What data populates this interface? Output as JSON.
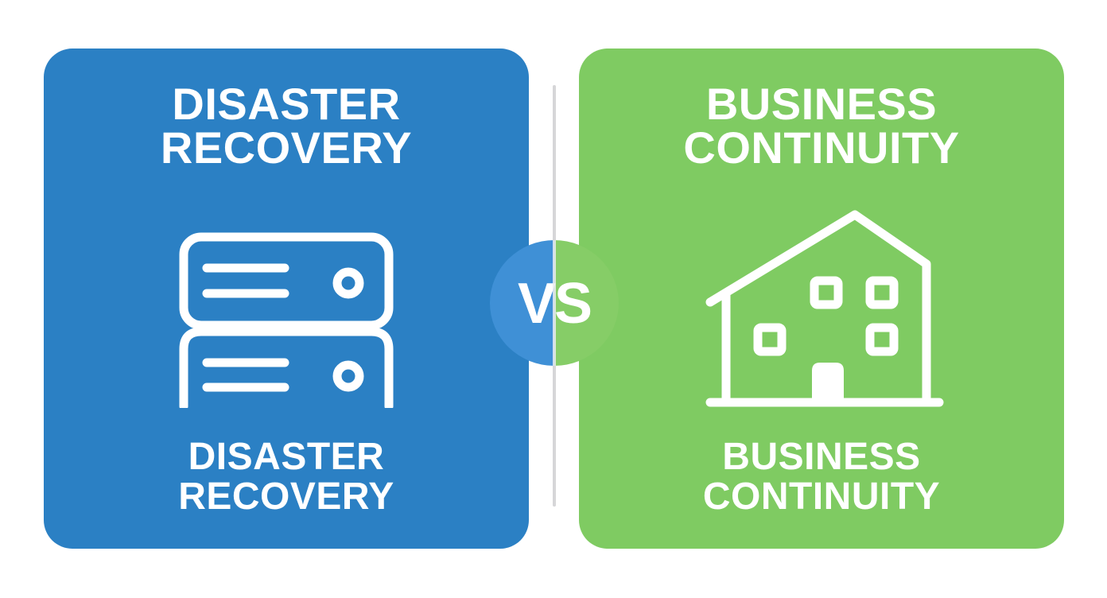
{
  "left_card": {
    "title_line1": "DISASTER",
    "title_line2": "RECOVERY",
    "label_line1": "DISASTER",
    "label_line2": "RECOVERY",
    "icon": "server-stack-icon",
    "color": "#2B80C4"
  },
  "right_card": {
    "title_line1": "BUSINESS",
    "title_line2": "CONTINUITY",
    "label_line1": "BUSINESS",
    "label_line2": "CONTINUITY",
    "icon": "building-house-icon",
    "color": "#7FCB62"
  },
  "vs_badge": {
    "text": "VS",
    "left_color": "#3F90D6",
    "right_color": "#86CD67"
  },
  "divider": {
    "color": "#D6D6D8"
  }
}
